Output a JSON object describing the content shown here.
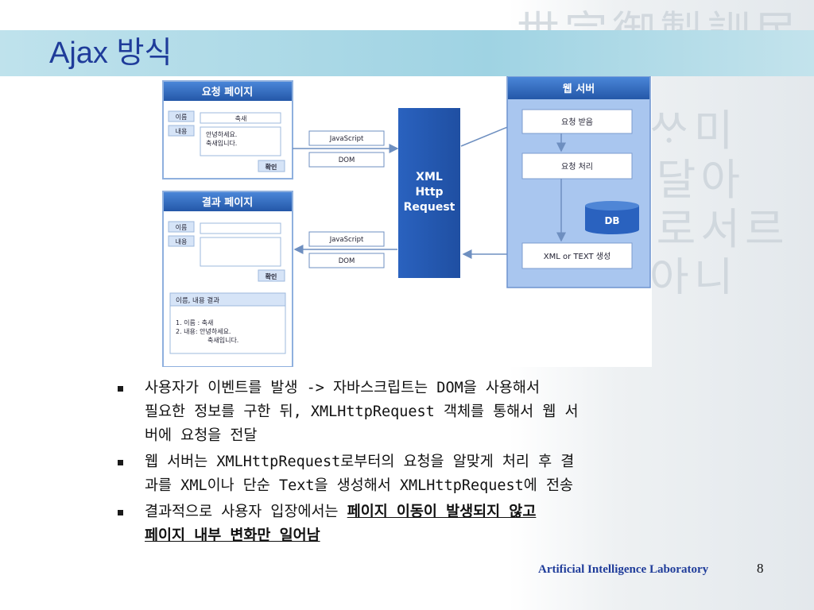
{
  "slide": {
    "title": "Ajax 방식",
    "page_number": "8",
    "footer": "Artificial Intelligence Laboratory"
  },
  "diagram": {
    "request_page": {
      "title": "요청 페이지",
      "name_label": "이름",
      "name_value": "축새",
      "content_label": "내용",
      "content_line1": "안녕하세요.",
      "content_line2": "축새입니다.",
      "confirm": "확인"
    },
    "result_page": {
      "title": "결과 페이지",
      "name_label": "이름",
      "content_label": "내용",
      "confirm": "확인",
      "result_header": "이름, 내용 결과",
      "result_line1": "1.   이름 : 축새",
      "result_line2": "2.   내용: 안녕하세요.",
      "result_line3": "축새입니다."
    },
    "top_arrow_labels": [
      "JavaScript",
      "DOM"
    ],
    "bottom_arrow_labels": [
      "JavaScript",
      "DOM"
    ],
    "xhr_box": [
      "XML",
      "Http",
      "Request"
    ],
    "web_server": {
      "title": "웹 서버",
      "step1": "요청 받음",
      "step2": "요청 처리",
      "db": "DB",
      "step3": "XML or TEXT 생성"
    },
    "colors": {
      "blue_dark": "#2255a8",
      "blue_light": "#d6e4f7",
      "server_bg": "#a9c6ef"
    }
  },
  "bullets": [
    {
      "lines": [
        "사용자가 이벤트를 발생 -> 자바스크립트는 DOM을 사용해서",
        "필요한 정보를 구한 뒤, XMLHttpRequest 객체를 통해서 웹 서",
        "버에 요청을 전달"
      ]
    },
    {
      "lines": [
        "웹 서버는 XMLHttpRequest로부터의 요청을 알맞게 처리 후 결",
        "과를 XML이나 단순 Text을 생성해서 XMLHttpRequest에 전송"
      ]
    },
    {
      "line1_plain": "결과적으로 사용자 입장에서는 ",
      "line1_emph": "페이지 이동이 발생되지 않고",
      "line2_emph": "페이지 내부 변화만 일어남"
    }
  ]
}
